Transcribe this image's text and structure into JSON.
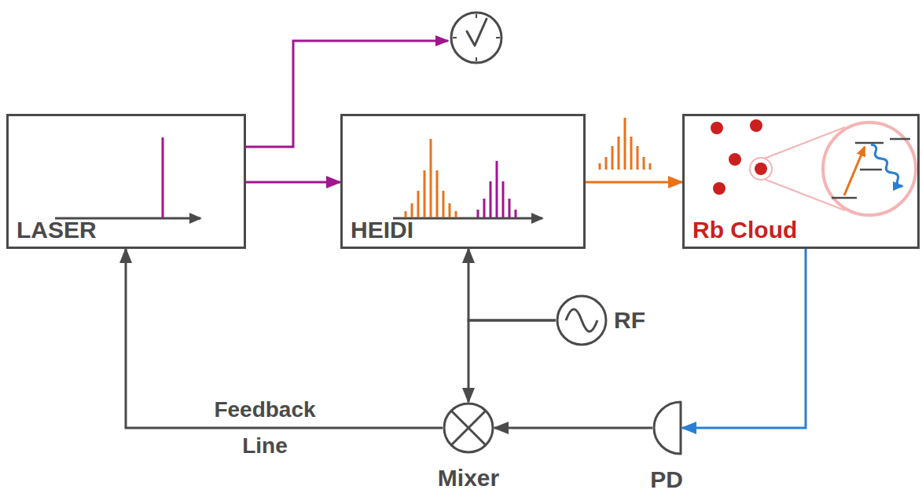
{
  "diagram": {
    "nodes": [
      {
        "text": [
          "LASER"
        ]
      },
      {
        "text": [
          "HEIDI"
        ]
      },
      {
        "text": [
          "Rb Cloud"
        ]
      },
      {
        "text": [
          "RF"
        ]
      },
      {
        "text": [
          "Mixer"
        ]
      },
      {
        "text": [
          "PD"
        ]
      }
    ],
    "edges": [
      {
        "from": 0,
        "to": 1,
        "arrow": "to"
      },
      {
        "from": 1,
        "to": 2,
        "arrow": "to"
      },
      {
        "from": 2,
        "to": 5,
        "arrow": "to"
      },
      {
        "from": 5,
        "to": 4,
        "arrow": "to"
      },
      {
        "from": 4,
        "to": 0,
        "label": "Feedback Line",
        "arrow": "to"
      },
      {
        "from": 3,
        "to": 1,
        "arrow": "to"
      },
      {
        "from": 3,
        "to": 4,
        "arrow": "to"
      }
    ]
  }
}
